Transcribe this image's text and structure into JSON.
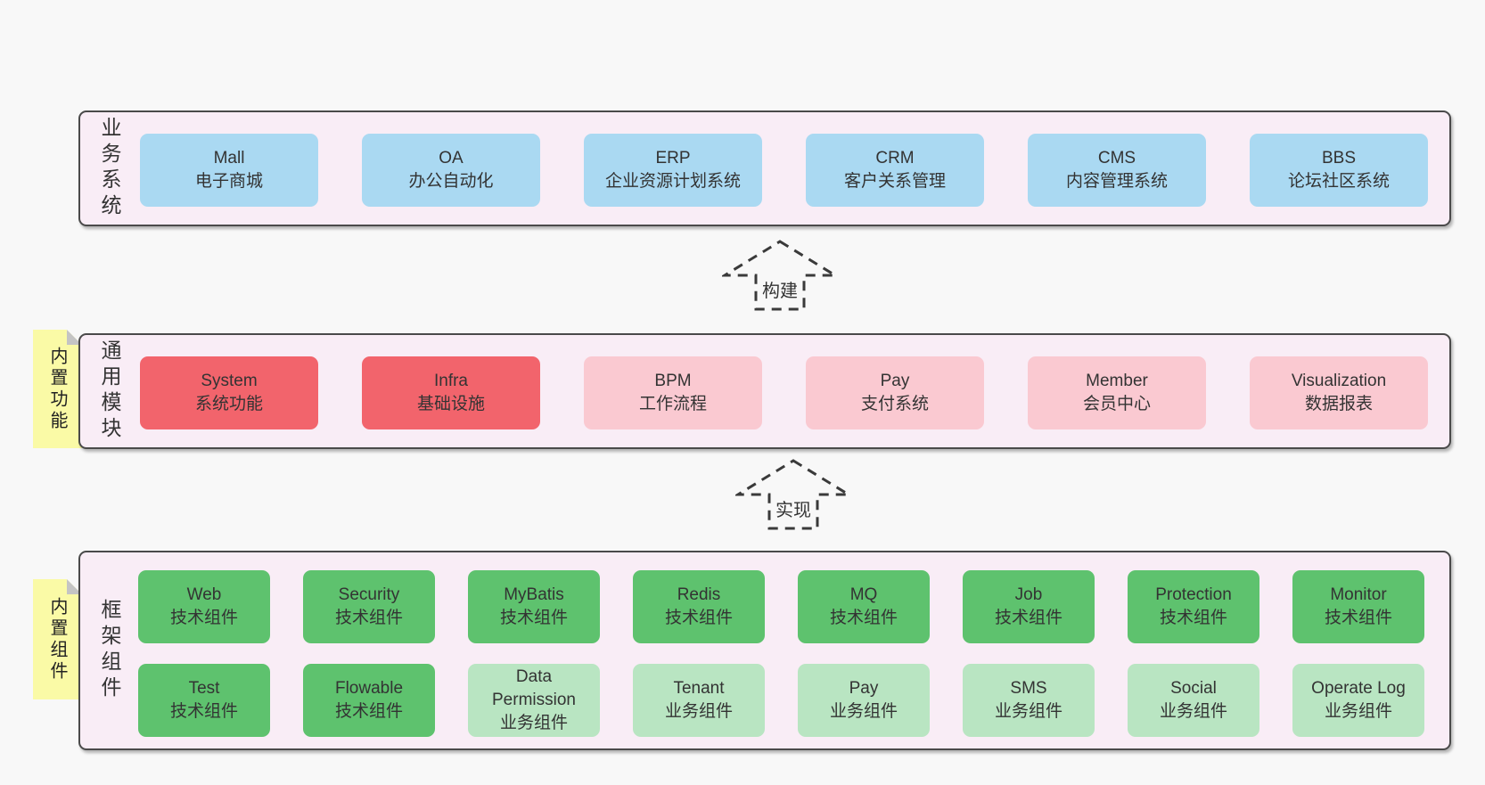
{
  "colors": {
    "page_bg": "#f8f8f8",
    "panel_bg": "#f9edf6",
    "panel_border": "#4a4a4a",
    "box_blue": "#aad9f2",
    "box_red": "#f2646c",
    "box_pink": "#fac9d1",
    "box_green_dark": "#5ec26e",
    "box_green_light": "#b9e5c2",
    "sticky_yellow": "#fafaa6",
    "text": "#333333"
  },
  "arrows": [
    {
      "label": "构建"
    },
    {
      "label": "实现"
    }
  ],
  "bands": [
    {
      "name": "业务系统",
      "rows": [
        [
          {
            "en": "Mall",
            "zh": "电子商城",
            "variant": "blue"
          },
          {
            "en": "OA",
            "zh": "办公自动化",
            "variant": "blue"
          },
          {
            "en": "ERP",
            "zh": "企业资源计划系统",
            "variant": "blue"
          },
          {
            "en": "CRM",
            "zh": "客户关系管理",
            "variant": "blue"
          },
          {
            "en": "CMS",
            "zh": "内容管理系统",
            "variant": "blue"
          },
          {
            "en": "BBS",
            "zh": "论坛社区系统",
            "variant": "blue"
          }
        ]
      ]
    },
    {
      "name": "通用模块",
      "sticky": "内置功能",
      "rows": [
        [
          {
            "en": "System",
            "zh": "系统功能",
            "variant": "red"
          },
          {
            "en": "Infra",
            "zh": "基础设施",
            "variant": "red"
          },
          {
            "en": "BPM",
            "zh": "工作流程",
            "variant": "pink"
          },
          {
            "en": "Pay",
            "zh": "支付系统",
            "variant": "pink"
          },
          {
            "en": "Member",
            "zh": "会员中心",
            "variant": "pink"
          },
          {
            "en": "Visualization",
            "zh": "数据报表",
            "variant": "pink"
          }
        ]
      ]
    },
    {
      "name": "框架组件",
      "sticky": "内置组件",
      "rows": [
        [
          {
            "en": "Web",
            "zh": "技术组件",
            "variant": "green"
          },
          {
            "en": "Security",
            "zh": "技术组件",
            "variant": "green"
          },
          {
            "en": "MyBatis",
            "zh": "技术组件",
            "variant": "green"
          },
          {
            "en": "Redis",
            "zh": "技术组件",
            "variant": "green"
          },
          {
            "en": "MQ",
            "zh": "技术组件",
            "variant": "green"
          },
          {
            "en": "Job",
            "zh": "技术组件",
            "variant": "green"
          },
          {
            "en": "Protection",
            "zh": "技术组件",
            "variant": "green"
          },
          {
            "en": "Monitor",
            "zh": "技术组件",
            "variant": "green"
          }
        ],
        [
          {
            "en": "Test",
            "zh": "技术组件",
            "variant": "green"
          },
          {
            "en": "Flowable",
            "zh": "技术组件",
            "variant": "green"
          },
          {
            "en": "Data Permission",
            "zh": "业务组件",
            "variant": "lgreen"
          },
          {
            "en": "Tenant",
            "zh": "业务组件",
            "variant": "lgreen"
          },
          {
            "en": "Pay",
            "zh": "业务组件",
            "variant": "lgreen"
          },
          {
            "en": "SMS",
            "zh": "业务组件",
            "variant": "lgreen"
          },
          {
            "en": "Social",
            "zh": "业务组件",
            "variant": "lgreen"
          },
          {
            "en": "Operate Log",
            "zh": "业务组件",
            "variant": "lgreen"
          }
        ]
      ]
    }
  ]
}
